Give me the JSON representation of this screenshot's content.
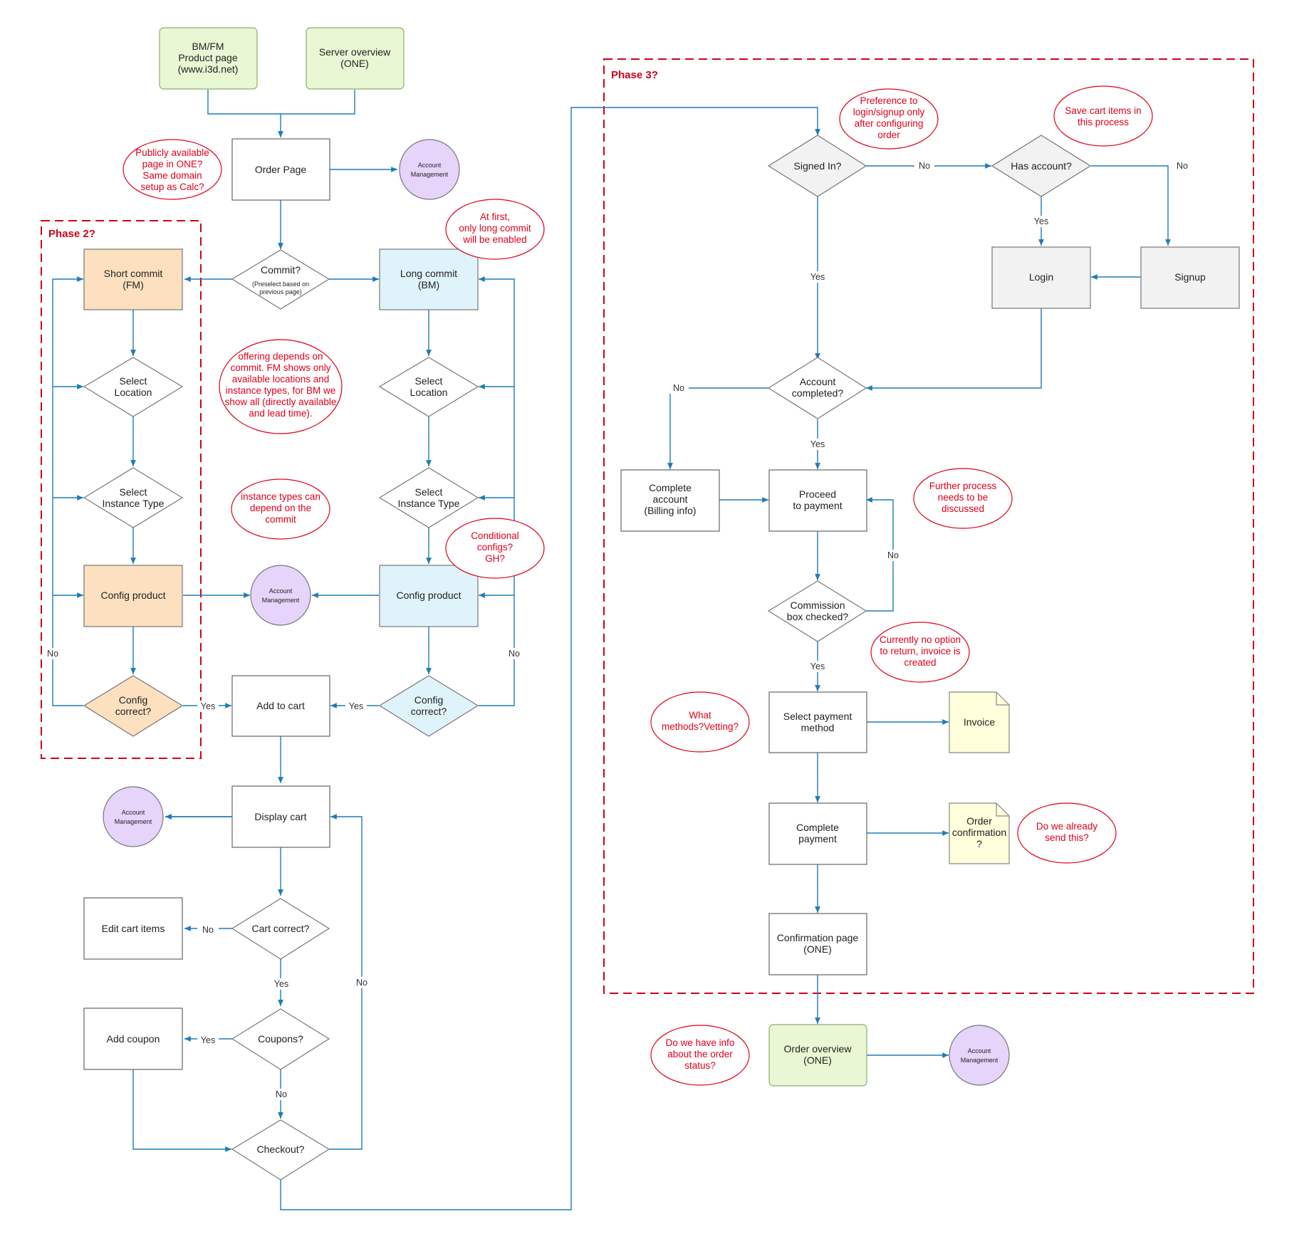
{
  "colors": {
    "connector": "#1e7bb8",
    "accent_red": "#d0021b",
    "green_fill": "#e8f7d4",
    "blue_fill": "#dff3fb",
    "orange_fill": "#fde0bf",
    "purple_fill": "#e6d4fa",
    "grey_fill": "#f2f2f2",
    "yellow_fill": "#ffffdc"
  },
  "phases": {
    "phase2": "Phase 2?",
    "phase3": "Phase 3?"
  },
  "nodes": {
    "bmfm_product_page": [
      "BM/FM",
      "Product page",
      "(www.i3d.net)"
    ],
    "server_overview": [
      "Server overview",
      "(ONE)"
    ],
    "order_page": [
      "Order Page"
    ],
    "account_mgmt_1": [
      "Account",
      "Management"
    ],
    "commit": [
      "Commit?"
    ],
    "commit_sub": [
      "(Preselect based on",
      "previous page)"
    ],
    "short_commit": [
      "Short commit",
      "(FM)"
    ],
    "long_commit": [
      "Long commit",
      "(BM)"
    ],
    "fm_select_location": [
      "Select",
      "Location"
    ],
    "bm_select_location": [
      "Select",
      "Location"
    ],
    "fm_select_instance": [
      "Select",
      "Instance Type"
    ],
    "bm_select_instance": [
      "Select",
      "Instance Type"
    ],
    "fm_config_product": [
      "Config product"
    ],
    "bm_config_product": [
      "Config product"
    ],
    "account_mgmt_2": [
      "Account",
      "Management"
    ],
    "fm_config_correct": [
      "Config",
      "correct?"
    ],
    "bm_config_correct": [
      "Config",
      "correct?"
    ],
    "add_to_cart": [
      "Add to cart"
    ],
    "display_cart": [
      "Display cart"
    ],
    "account_mgmt_3": [
      "Account",
      "Management"
    ],
    "cart_correct": [
      "Cart correct?"
    ],
    "edit_cart_items": [
      "Edit cart items"
    ],
    "coupons": [
      "Coupons?"
    ],
    "add_coupon": [
      "Add coupon"
    ],
    "checkout": [
      "Checkout?"
    ],
    "signed_in": [
      "Signed In?"
    ],
    "has_account": [
      "Has account?"
    ],
    "login": [
      "Login"
    ],
    "signup": [
      "Signup"
    ],
    "account_completed": [
      "Account",
      "completed?"
    ],
    "complete_account": [
      "Complete",
      "account",
      "(Billing info)"
    ],
    "proceed_payment": [
      "Proceed",
      "to payment"
    ],
    "commission_box": [
      "Commission",
      "box checked?"
    ],
    "select_payment": [
      "Select payment",
      "method"
    ],
    "invoice": [
      "Invoice"
    ],
    "complete_payment": [
      "Complete",
      "payment"
    ],
    "order_confirmation": [
      "Order",
      "confirmation",
      "?"
    ],
    "confirmation_page": [
      "Confirmation page",
      "(ONE)"
    ],
    "order_overview": [
      "Order overview",
      "(ONE)"
    ],
    "account_mgmt_4": [
      "Account",
      "Management"
    ]
  },
  "notes": {
    "public_page": [
      "Publicly available",
      "page in ONE?",
      "Same domain",
      "setup as Calc?"
    ],
    "long_commit_only": [
      "At first,",
      "only long commit",
      "will be enabled"
    ],
    "offering_depends": [
      "offering depends on",
      "commit. FM shows only",
      "available locations and",
      "instance types, for BM we",
      "show all (directly available",
      "and lead time)."
    ],
    "instance_types": [
      "instance types can",
      "depend on the",
      "commit"
    ],
    "conditional": [
      "Conditional",
      "configs?",
      "GH?"
    ],
    "preference_login": [
      "Preference to",
      "login/signup only",
      "after configuring",
      "order"
    ],
    "save_cart": [
      "Save cart items in",
      "this process"
    ],
    "further_process": [
      "Further process",
      "needs to be",
      "discussed"
    ],
    "no_option_return": [
      "Currently no option",
      "to return, invoice is",
      "created"
    ],
    "what_methods": [
      "What",
      "methods?Vetting?"
    ],
    "already_send": [
      "Do we already",
      "send this?"
    ],
    "order_status": [
      "Do we have info",
      "about the order",
      "status?"
    ]
  },
  "edge_labels": {
    "fm_no": "No",
    "bm_no": "No",
    "fm_yes": "Yes",
    "bm_yes": "Yes",
    "cart_no": "No",
    "cart_yes": "Yes",
    "coupon_yes": "Yes",
    "coupon_no": "No",
    "checkout_no": "No",
    "signed_no": "No",
    "signed_yes": "Yes",
    "hasacc_yes": "Yes",
    "hasacc_no": "No",
    "acc_no": "No",
    "acc_yes": "Yes",
    "commission_no": "No",
    "commission_yes": "Yes"
  }
}
